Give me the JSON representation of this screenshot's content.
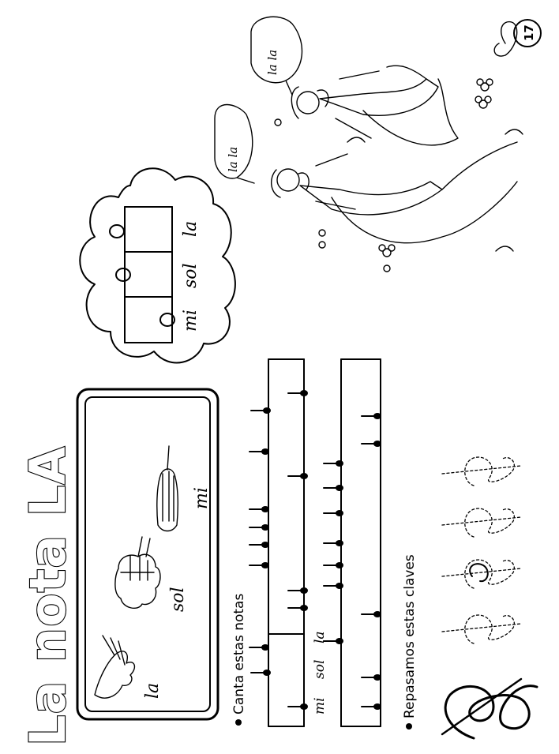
{
  "title": "La nota LA",
  "page_number": "17",
  "hand_panel": {
    "labels": [
      "la",
      "sol",
      "mi"
    ]
  },
  "cloud_staff": {
    "labels": [
      "mi",
      "sol",
      "la"
    ]
  },
  "exercise1": {
    "instruction": "Canta estas notas",
    "note_labels": [
      "mi",
      "sol",
      "la"
    ]
  },
  "exercise2": {
    "instruction": "Repasamos estas claves"
  },
  "speech_bubbles": [
    "la la",
    "la la"
  ]
}
